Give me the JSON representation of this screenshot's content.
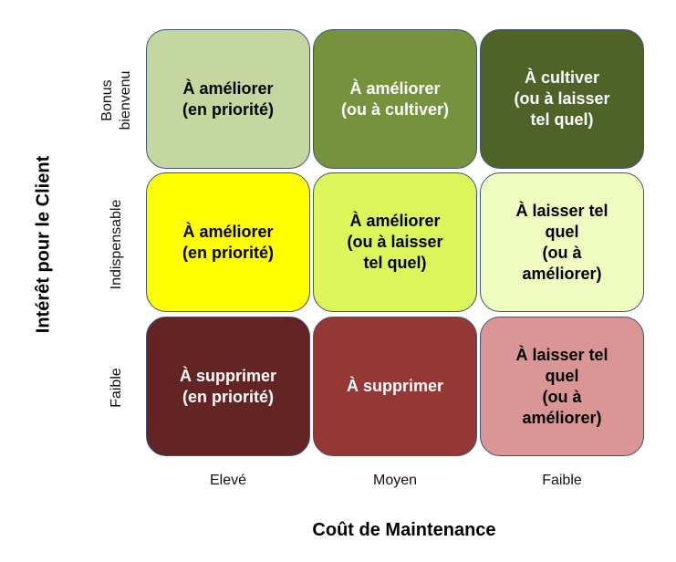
{
  "axes": {
    "x_title": "Coût de Maintenance",
    "y_title": "Intérêt pour le Client",
    "columns": [
      "Elevé",
      "Moyen",
      "Faible"
    ],
    "rows": [
      "Bonus\nbienvenu",
      "Indispensable",
      "Faible"
    ]
  },
  "cells": [
    [
      {
        "text": "À améliorer\n(en priorité)",
        "fill": "#c5d7a0",
        "color": "#000000"
      },
      {
        "text": "À améliorer\n(ou à cultiver)",
        "fill": "#76923c",
        "color": "#ffffff"
      },
      {
        "text": "À cultiver\n(ou à laisser\ntel quel)",
        "fill": "#4f6228",
        "color": "#ffffff"
      }
    ],
    [
      {
        "text": "À améliorer\n(en priorité)",
        "fill": "#ffff00",
        "color": "#000000"
      },
      {
        "text": "À améliorer\n(ou à laisser\ntel quel)",
        "fill": "#dbf55a",
        "color": "#000000"
      },
      {
        "text": "À laisser tel\nquel\n(ou à\naméliorer)",
        "fill": "#f0fbc0",
        "color": "#000000"
      }
    ],
    [
      {
        "text": "À supprimer\n(en priorité)",
        "fill": "#632523",
        "color": "#ffffff"
      },
      {
        "text": "À supprimer",
        "fill": "#953735",
        "color": "#ffffff"
      },
      {
        "text": "À laisser tel\nquel\n(ou à\naméliorer)",
        "fill": "#d99694",
        "color": "#000000"
      }
    ]
  ]
}
